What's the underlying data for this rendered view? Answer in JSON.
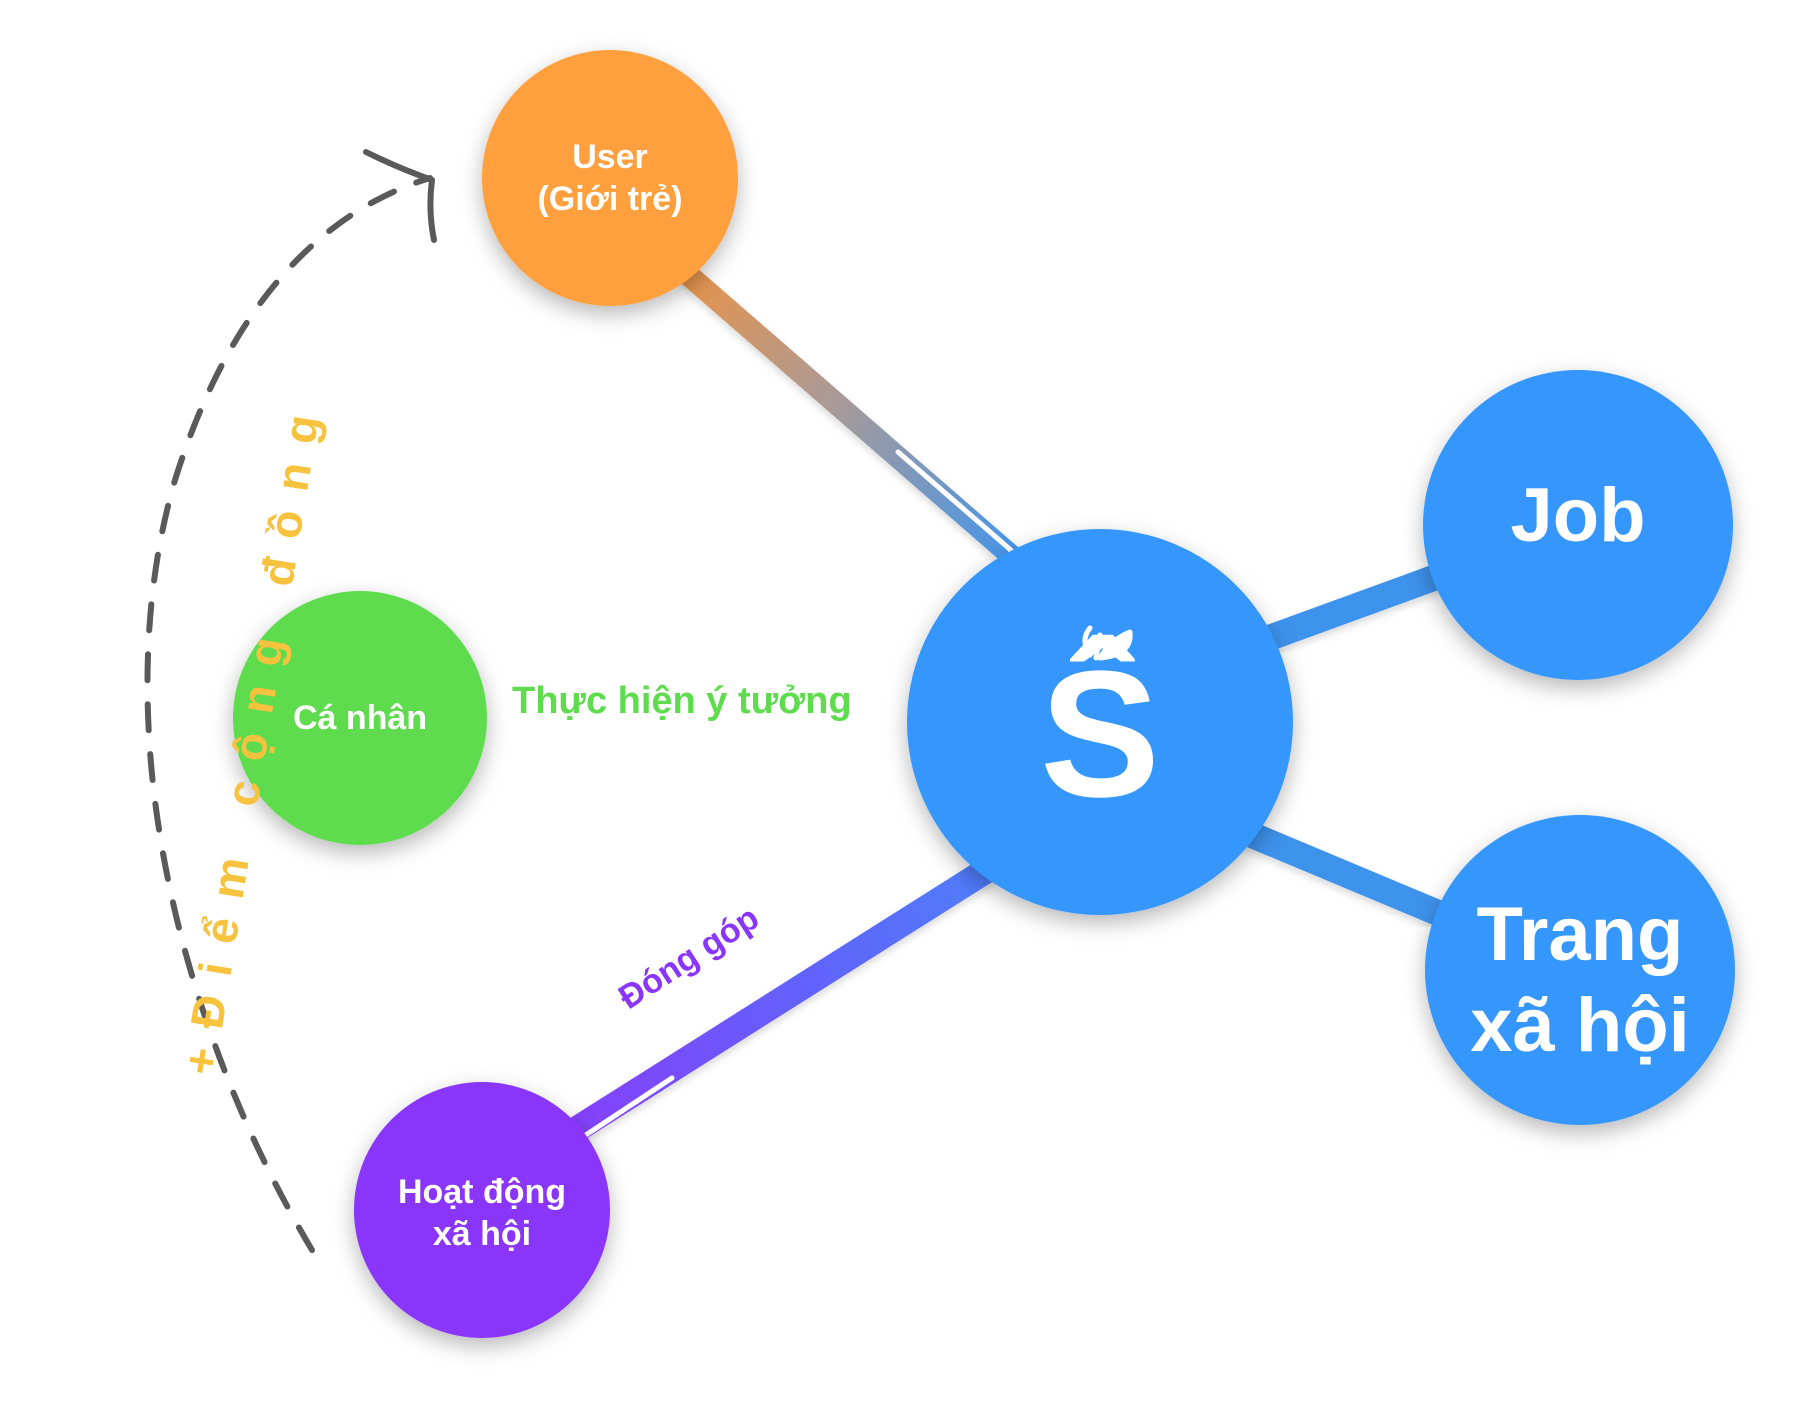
{
  "colors": {
    "orange": "#FF9F3E",
    "blue": "#3596FB",
    "green": "#5EDC4E",
    "purple": "#8935FA",
    "yellow": "#F7C23E",
    "gray_dash": "#5A5A5A",
    "green_text": "#5EDC4E",
    "purple_text": "#8935FA"
  },
  "nodes": {
    "user": {
      "label": "User\n(Giới trẻ)"
    },
    "center": {
      "logo": "Ŝ",
      "icon": "leaf-icon"
    },
    "ca_nhan": {
      "label": "Cá nhân"
    },
    "job": {
      "label": "Job"
    },
    "trang_xa_hoi": {
      "label": "Trang\nxã hội"
    },
    "hoat_dong": {
      "label": "Hoạt động\nxã hội"
    }
  },
  "edges": {
    "thuc_hien": {
      "label": "Thực hiện ý tưởng"
    },
    "dong_gop": {
      "label": "Đóng góp"
    }
  },
  "arc": {
    "label": "+Điểm cộng đồng"
  }
}
